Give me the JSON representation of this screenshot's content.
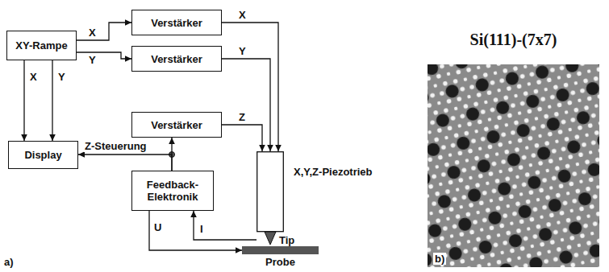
{
  "diagram": {
    "nodes": [
      {
        "text": [
          "XY-Rampe"
        ]
      },
      {
        "text": [
          "Verstärker"
        ]
      },
      {
        "text": [
          "Verstärker"
        ]
      },
      {
        "text": [
          "Verstärker"
        ]
      },
      {
        "text": [
          "Display"
        ]
      },
      {
        "text": [
          "Feedback-Elektronik"
        ]
      },
      {
        "text": [
          "X,Y,Z-Piezotrieb"
        ]
      },
      {
        "text": [
          "Probe"
        ]
      }
    ],
    "edges": [
      {
        "from": 0,
        "to": 1,
        "arrow": "to",
        "label": "X"
      },
      {
        "from": 0,
        "to": 2,
        "arrow": "to",
        "label": "Y"
      },
      {
        "from": 0,
        "to": 4,
        "arrow": "to",
        "label": "X"
      },
      {
        "from": 0,
        "to": 4,
        "arrow": "to",
        "label": "Y"
      },
      {
        "from": 1,
        "to": 6,
        "arrow": "to",
        "label": "X"
      },
      {
        "from": 2,
        "to": 6,
        "arrow": "to",
        "label": "Y"
      },
      {
        "from": 3,
        "to": 6,
        "arrow": "to",
        "label": "Z"
      },
      {
        "from": 5,
        "to": 3,
        "arrow": "to"
      },
      {
        "from": 5,
        "to": 4,
        "arrow": "to",
        "label": "Z-Steuerung"
      },
      {
        "from": 5,
        "to": 7,
        "arrow": "to",
        "label": "U"
      },
      {
        "from": 6,
        "to": 5,
        "arrow": "to",
        "label": "I"
      }
    ],
    "labels": [
      "Tip",
      "a)",
      "b)",
      "Si(111)-(7x7)"
    ]
  }
}
